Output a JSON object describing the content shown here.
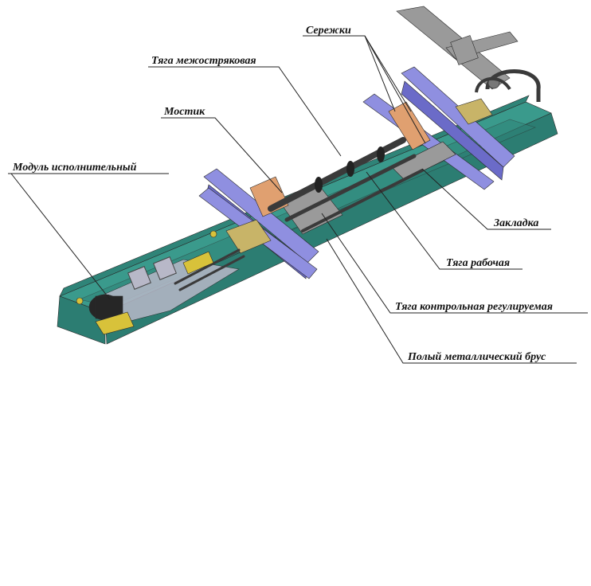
{
  "labels": {
    "serezhki": "Сережки",
    "tyaga_mezhostryakovaya": "Тяга межостряковая",
    "mostik": "Мостик",
    "modul": "Модуль исполнительный",
    "zakladka": "Закладка",
    "tyaga_rabochaya": "Тяга рабочая",
    "tyaga_kontrolnaya": "Тяга контрольная регулируемая",
    "brus": "Полый металлический брус"
  },
  "colors": {
    "beam_top": "#3a9a8c",
    "beam_side": "#2c7d72",
    "beam_inner": "#2f8478",
    "rail": "#8f8fe0",
    "rail_dark": "#6b6bc8",
    "clamp": "#e0a070",
    "bracket": "#9a9a9a",
    "rod": "#3a3a3a",
    "motor": "#262626",
    "module_frame": "#b8b8c8",
    "yellow": "#d8c23a",
    "pad": "#c8b468",
    "leader": "#222222"
  }
}
